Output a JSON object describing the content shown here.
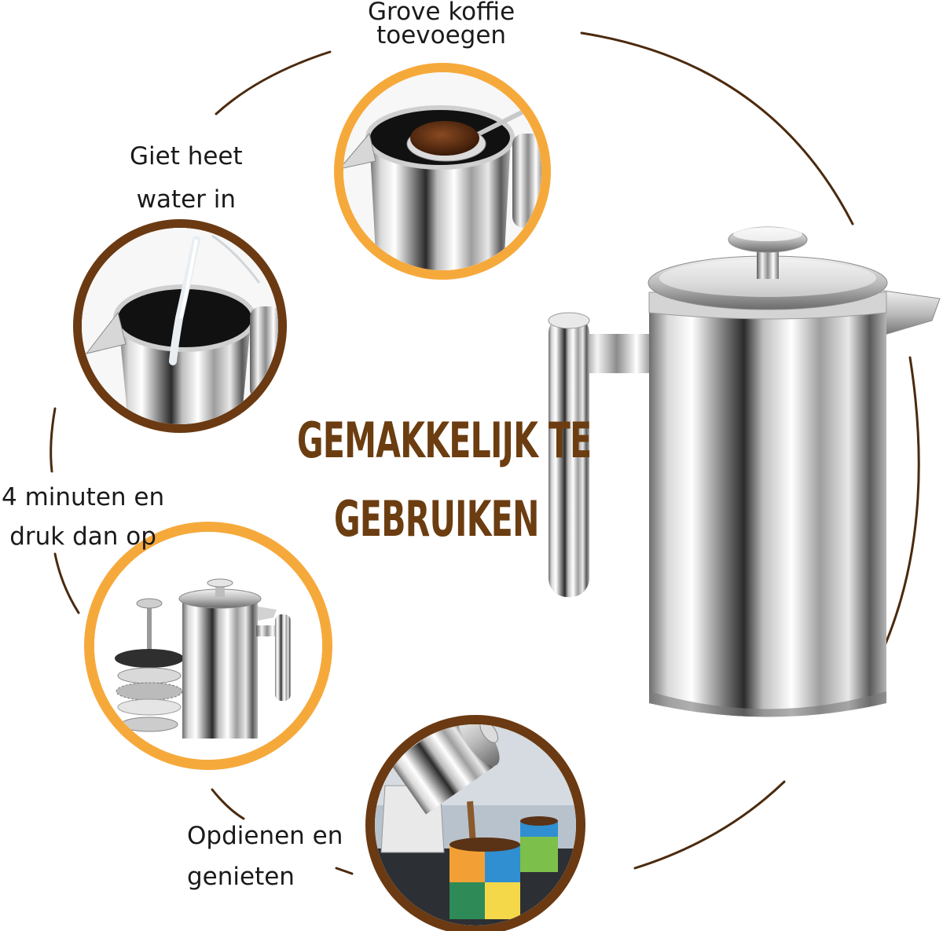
{
  "headline": {
    "line1": "GEMAKKELIJK TE",
    "line2": "GEBRUIKEN"
  },
  "steps": [
    {
      "line1": "Grove koffie",
      "line2": "toevoegen",
      "photo": "coffee-grounds-spoon"
    },
    {
      "line1": "Giet heet",
      "line2": "water in",
      "photo": "pouring-water"
    },
    {
      "line1": "4 minuten en",
      "line2": "druk dan op",
      "photo": "press-plunger-parts"
    },
    {
      "line1": "Opdienen en",
      "line2": "genieten",
      "photo": "serving-coffee-mugs"
    }
  ],
  "colors": {
    "headline": "#6b3d10",
    "ring_orange": "#f6a93b",
    "ring_brown": "#6b3a12",
    "arc_brown": "#4b2a0e",
    "text": "#1a1a1a"
  }
}
